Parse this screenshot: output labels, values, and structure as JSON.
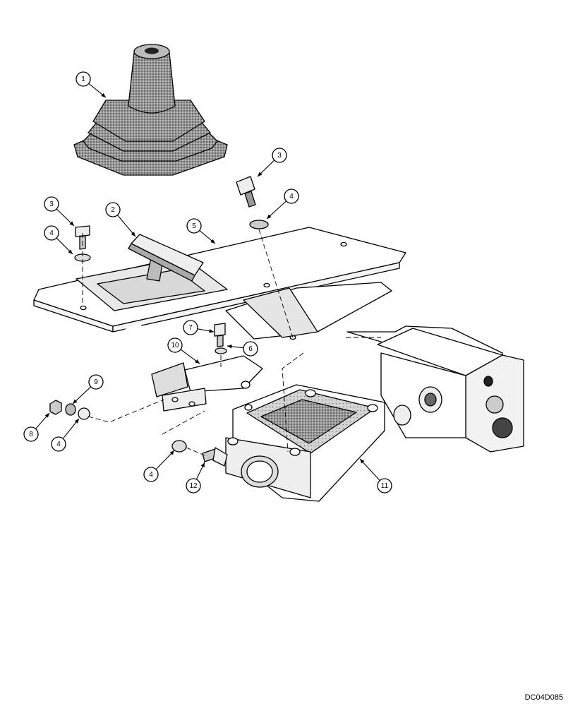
{
  "callouts": [
    {
      "label": "1"
    },
    {
      "label": "2"
    },
    {
      "label": "3"
    },
    {
      "label": "3"
    },
    {
      "label": "4"
    },
    {
      "label": "4"
    },
    {
      "label": "4"
    },
    {
      "label": "4"
    },
    {
      "label": "5"
    },
    {
      "label": "6"
    },
    {
      "label": "7"
    },
    {
      "label": "8"
    },
    {
      "label": "9"
    },
    {
      "label": "10"
    },
    {
      "label": "11"
    },
    {
      "label": "12"
    }
  ],
  "reference_code": "DC04D085",
  "colors": {
    "line": "#000000",
    "stipple_dark": "#555555",
    "stipple_light": "#bdbdbd",
    "background": "#ffffff"
  }
}
